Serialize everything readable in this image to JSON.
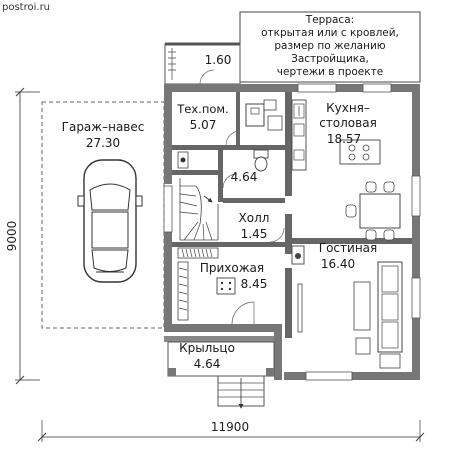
{
  "source_label": "postroi.ru",
  "rooms": {
    "garage": {
      "name": "Гараж–навес",
      "area": "27.30"
    },
    "tech": {
      "name": "Тех.пом.",
      "area": "5.07"
    },
    "bath": {
      "area": "4.64"
    },
    "hall": {
      "name": "Холл",
      "area": "1.45"
    },
    "entry": {
      "name": "Прихожая",
      "area": "8.45"
    },
    "kitchen": {
      "name_line1": "Кухня–",
      "name_line2": "столовая",
      "area": "18.57"
    },
    "living": {
      "name": "Гостиная",
      "area": "16.40"
    },
    "porch": {
      "name": "Крыльцо",
      "area": "4.64"
    },
    "upper_stair": {
      "area": "1.60"
    }
  },
  "terrace_note": [
    "Терраса:",
    "открытая или с кровлей,",
    "размер по желанию",
    "Застройщика,",
    "чертежи в проекте"
  ],
  "dimensions": {
    "height": "9000",
    "width": "11900"
  },
  "colors": {
    "wall": "#777777",
    "wall_dark": "#555555",
    "dim_line": "#333333"
  }
}
